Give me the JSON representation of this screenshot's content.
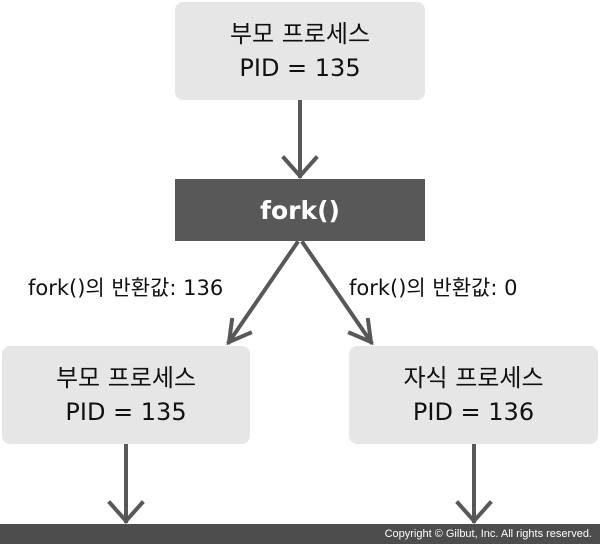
{
  "nodes": {
    "top_parent": {
      "title": "부모 프로세스",
      "pid": "PID = 135"
    },
    "fork": {
      "label": "fork()"
    },
    "left_parent": {
      "title": "부모 프로세스",
      "pid": "PID = 135"
    },
    "right_child": {
      "title": "자식 프로세스",
      "pid": "PID = 136"
    }
  },
  "edges": {
    "left_label": "fork()의 반환값: 136",
    "right_label": "fork()의 반환값: 0"
  },
  "footer": {
    "copyright": "Copyright © Gilbut, Inc. All rights reserved."
  },
  "colors": {
    "box_fill": "#e6e6e6",
    "fork_fill": "#585858",
    "arrow": "#585858",
    "footer_bar": "#4d4d4d"
  }
}
